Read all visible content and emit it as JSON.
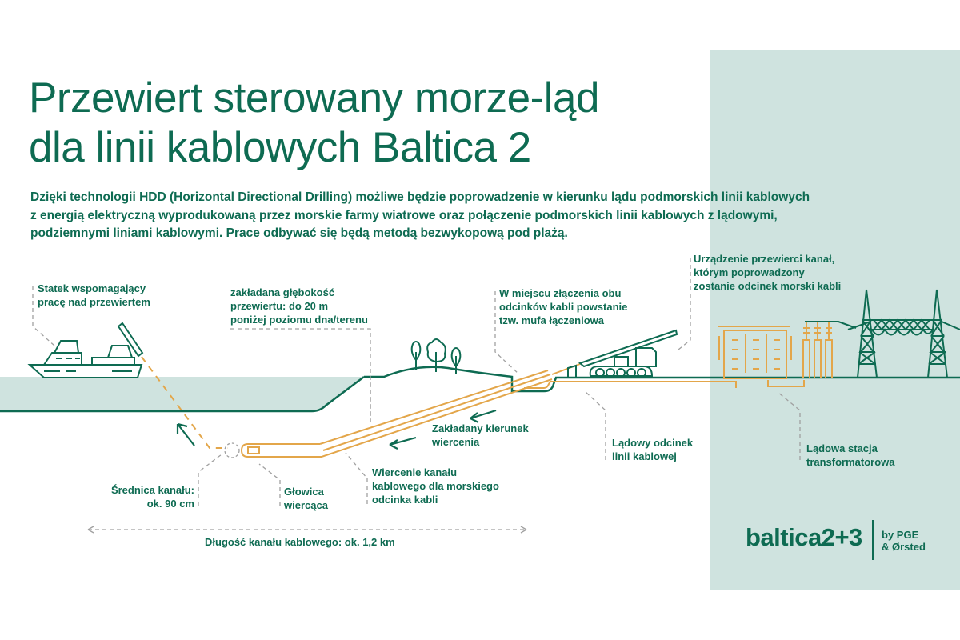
{
  "title": {
    "lines": [
      "Przewiert sterowany morze-ląd",
      "dla linii kablowych Baltica 2"
    ]
  },
  "intro": {
    "lines": [
      "Dzięki technologii HDD (Horizontal Directional Drilling) możliwe będzie poprowadzenie w kierunku lądu podmorskich linii kablowych",
      "z energią elektryczną wyprodukowaną przez morskie farmy wiatrowe oraz połączenie podmorskich linii kablowych z lądowymi,",
      "podziemnymi liniami kablowymi. Prace odbywać się będą metodą bezwykopową pod plażą."
    ]
  },
  "labels": {
    "ship": [
      "Statek wspomagający",
      "pracę nad przewiertem"
    ],
    "depth": [
      "zakładana głębokość",
      "przewiertu: do 20 m",
      "poniżej poziomu dna/terenu"
    ],
    "joint": [
      "W miejscu złączenia obu",
      "odcinków kabli powstanie",
      "tzw. mufa łączeniowa"
    ],
    "rig": [
      "Urządzenie przewierci kanał,",
      "którym poprowadzony",
      "zostanie odcinek morski kabli"
    ],
    "direction": [
      "Zakładany kierunek",
      "wiercenia"
    ],
    "drilling": [
      "Wiercenie kanału",
      "kablowego dla morskiego",
      "odcinka kabli"
    ],
    "head": [
      "Głowica",
      "wiercąca"
    ],
    "diameter": [
      "Średnica kanału:",
      "ok. 90 cm"
    ],
    "land_cable": [
      "Lądowy odcinek",
      "linii kablowej"
    ],
    "station": [
      "Lądowa stacja",
      "transformatorowa"
    ],
    "length": "Długość kanału kablowego: ok. 1,2 km"
  },
  "logo": {
    "name": "baltica2+3",
    "by": [
      "by PGE",
      "& Ørsted"
    ]
  },
  "colors": {
    "green": "#0e6b52",
    "panel": "#cfe3df",
    "orange": "#e3a64a",
    "gray": "#9a9a9a"
  }
}
